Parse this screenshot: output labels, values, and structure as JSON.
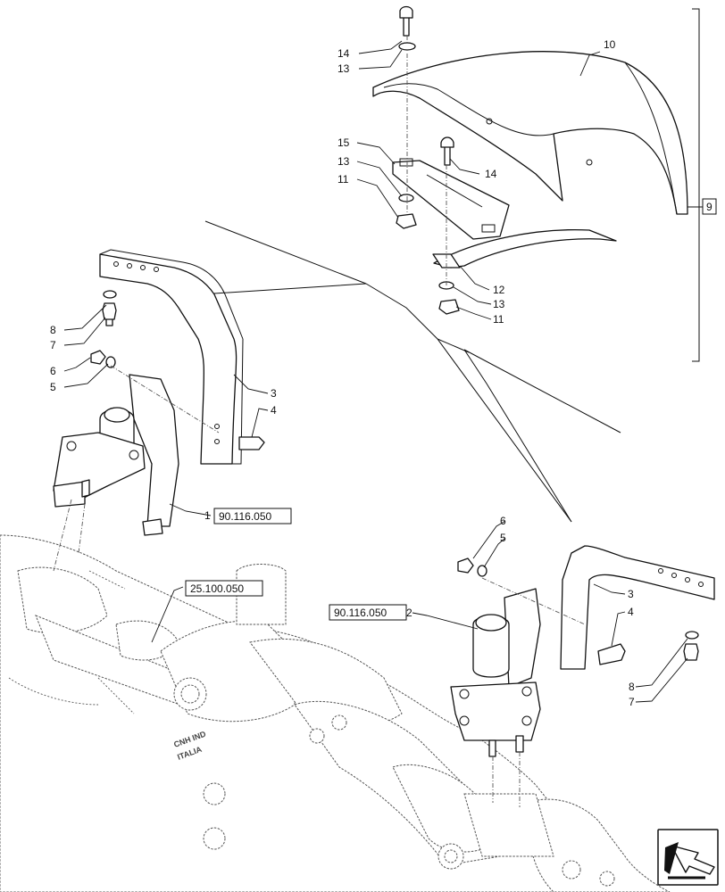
{
  "callouts": {
    "c1": "1",
    "c2": "2",
    "c3a": "3",
    "c3b": "3",
    "c4a": "4",
    "c4b": "4",
    "c5a": "5",
    "c5b": "5",
    "c6a": "6",
    "c6b": "6",
    "c7a": "7",
    "c7b": "7",
    "c8a": "8",
    "c8b": "8",
    "c10": "10",
    "c11a": "11",
    "c11b": "11",
    "c12": "12",
    "c13a": "13",
    "c13b": "13",
    "c13c": "13",
    "c14a": "14",
    "c14b": "14",
    "c15": "15"
  },
  "references": {
    "ref_left": "90.116.050",
    "ref_right": "90.116.050",
    "ref_axle": "25.100.050",
    "group": "9"
  },
  "casting_text": {
    "line1": "CNH IND",
    "line2": "ITALIA"
  },
  "icons": {
    "nav": "arrow-icon"
  }
}
